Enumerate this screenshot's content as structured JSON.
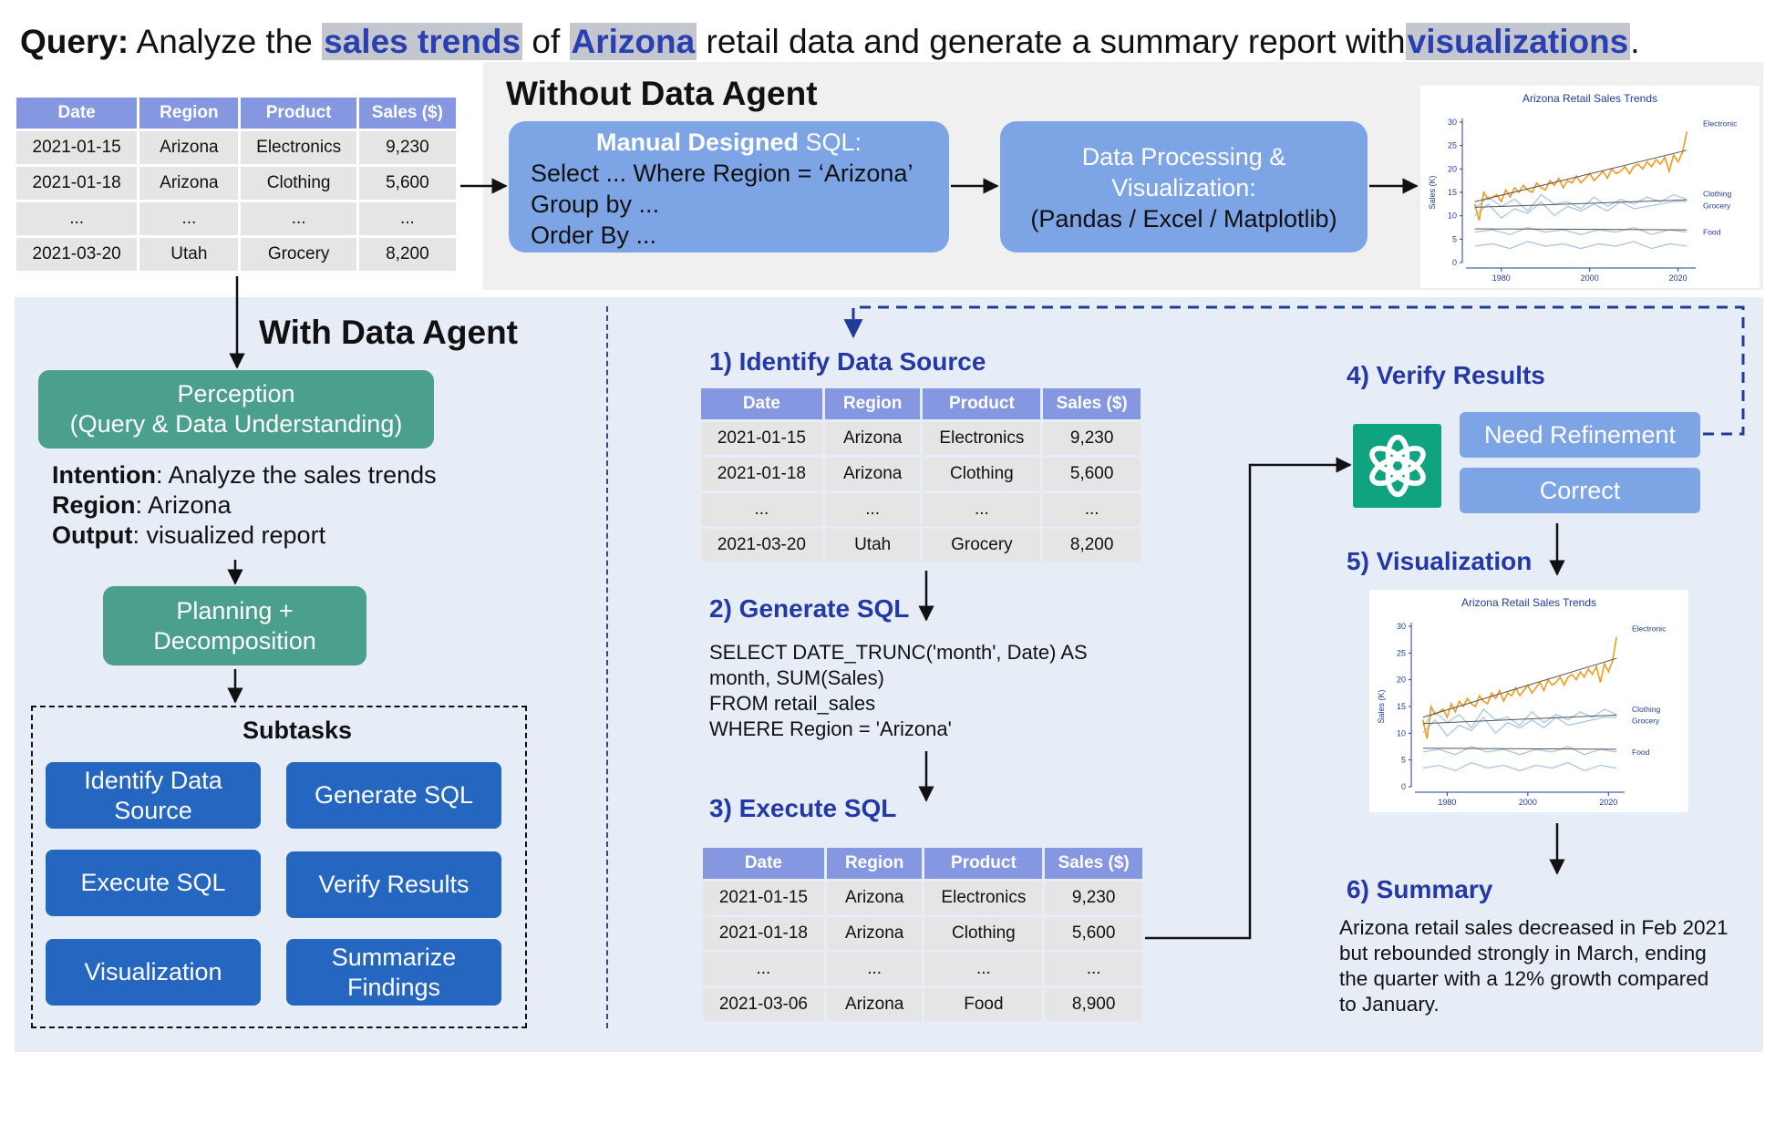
{
  "query": {
    "label": "Query:",
    "t1": "Analyze the",
    "h1": "sales trends",
    "t2": "of",
    "h2": "Arizona",
    "t3": "retail data and generate a summary report with",
    "h3": "visualizations",
    "t4": "."
  },
  "table_headers": [
    "Date",
    "Region",
    "Product",
    "Sales ($)"
  ],
  "input_rows": [
    [
      "2021-01-15",
      "Arizona",
      "Electronics",
      "9,230"
    ],
    [
      "2021-01-18",
      "Arizona",
      "Clothing",
      "5,600"
    ],
    [
      "...",
      "...",
      "...",
      "..."
    ],
    [
      "2021-03-20",
      "Utah",
      "Grocery",
      "8,200"
    ]
  ],
  "result_rows": [
    [
      "2021-01-15",
      "Arizona",
      "Electronics",
      "9,230"
    ],
    [
      "2021-01-18",
      "Arizona",
      "Clothing",
      "5,600"
    ],
    [
      "...",
      "...",
      "...",
      "..."
    ],
    [
      "2021-03-06",
      "Arizona",
      "Food",
      "8,900"
    ]
  ],
  "without": {
    "title": "Without Data Agent",
    "manual_bold": "Manual Designed",
    "manual_rest": " SQL:",
    "sql_lines": [
      "Select ... Where Region = ‘Arizona’",
      "Group by ...",
      "Order By ..."
    ],
    "processing": [
      "Data Processing &",
      "Visualization:",
      "(Pandas / Excel / Matplotlib)"
    ]
  },
  "with": {
    "title": "With Data Agent",
    "perception": [
      "Perception",
      "(Query & Data Understanding)"
    ],
    "intent_lines": [
      {
        "k": "Intention",
        "v": ": Analyze the sales trends"
      },
      {
        "k": "Region",
        "v": ": Arizona"
      },
      {
        "k": "Output",
        "v": ": visualized report"
      }
    ],
    "planning": [
      "Planning +",
      "Decomposition"
    ],
    "subtasks_title": "Subtasks",
    "subtasks": [
      [
        "Identify Data",
        "Source"
      ],
      [
        "Generate SQL"
      ],
      [
        "Execute SQL"
      ],
      [
        "Verify Results"
      ],
      [
        "Visualization"
      ],
      [
        "Summarize",
        "Findings"
      ]
    ]
  },
  "steps": {
    "s1": "1) Identify Data Source",
    "s2": "2) Generate SQL",
    "s3": "3) Execute SQL",
    "s4": "4) Verify Results",
    "s5": "5) Visualization",
    "s6": "6) Summary"
  },
  "sql_lines": [
    "SELECT DATE_TRUNC('month', Date) AS",
    "month, SUM(Sales)",
    "FROM retail_sales",
    "WHERE Region = 'Arizona'"
  ],
  "verify": {
    "refine": "Need Refinement",
    "correct": "Correct"
  },
  "summary": [
    "Arizona retail sales decreased in Feb 2021",
    "but rebounded strongly in March, ending",
    "the quarter with a 12% growth compared",
    "to January."
  ],
  "colors": {
    "accent_blue": "#7da5e6",
    "navy": "#2466c0",
    "teal": "#4aa08d",
    "step_text": "#2438a8",
    "electronic": "#f29a1c",
    "light_series": "#a9c6e4",
    "trend": "#555555"
  },
  "icons": {
    "llm": "openai-logo-icon"
  },
  "chart_data": {
    "type": "line",
    "title": "Arizona Retail Sales Trends",
    "ylabel": "Sales (K)",
    "xlabel": "",
    "xlim": [
      1972,
      2024
    ],
    "ylim": [
      0,
      30
    ],
    "x_ticks": [
      1980,
      2000,
      2020
    ],
    "y_ticks": [
      0,
      5,
      10,
      15,
      20,
      25,
      30
    ],
    "series": [
      {
        "name": "Electronic",
        "color": "#f29a1c",
        "x": [
          1974,
          1975,
          1976,
          1977,
          1978,
          1979,
          1980,
          1981,
          1982,
          1983,
          1984,
          1985,
          1986,
          1987,
          1988,
          1989,
          1990,
          1991,
          1992,
          1993,
          1994,
          1995,
          1996,
          1997,
          1998,
          1999,
          2000,
          2001,
          2002,
          2003,
          2004,
          2005,
          2006,
          2007,
          2008,
          2009,
          2010,
          2011,
          2012,
          2013,
          2014,
          2015,
          2016,
          2017,
          2018,
          2019,
          2020,
          2021,
          2022
        ],
        "values": [
          12.5,
          9.0,
          15.0,
          13.5,
          14.0,
          14.5,
          13.0,
          15.5,
          14.0,
          16.0,
          15.0,
          16.5,
          15.5,
          15.0,
          17.0,
          16.0,
          15.5,
          17.5,
          16.5,
          18.0,
          16.0,
          17.5,
          17.0,
          18.5,
          17.0,
          18.0,
          19.0,
          17.5,
          18.5,
          19.5,
          18.0,
          20.0,
          19.0,
          19.5,
          20.5,
          19.0,
          20.5,
          21.0,
          20.0,
          21.5,
          20.5,
          22.0,
          21.0,
          22.5,
          19.5,
          23.0,
          21.5,
          23.5,
          28.0
        ]
      },
      {
        "name": "Clothing",
        "color": "#a9c6e4",
        "x": [
          1974,
          1977,
          1980,
          1983,
          1986,
          1989,
          1992,
          1995,
          1998,
          2001,
          2004,
          2007,
          2010,
          2013,
          2016,
          2019,
          2022
        ],
        "values": [
          11.5,
          14.0,
          12.0,
          13.5,
          11.0,
          14.5,
          12.5,
          13.0,
          11.5,
          14.0,
          12.0,
          13.5,
          12.5,
          14.0,
          13.0,
          14.5,
          13.5
        ]
      },
      {
        "name": "Grocery",
        "color": "#a9c6e4",
        "x": [
          1974,
          1977,
          1980,
          1983,
          1986,
          1989,
          1992,
          1995,
          1998,
          2001,
          2004,
          2007,
          2010,
          2013,
          2016,
          2019,
          2022
        ],
        "values": [
          10.0,
          12.5,
          9.5,
          11.5,
          10.5,
          13.0,
          10.0,
          12.0,
          11.0,
          12.5,
          11.0,
          13.0,
          11.5,
          12.0,
          12.5,
          13.0,
          13.0
        ]
      },
      {
        "name": "Food",
        "color": "#a9c6e4",
        "x": [
          1974,
          1978,
          1982,
          1986,
          1990,
          1994,
          1998,
          2002,
          2006,
          2010,
          2014,
          2018,
          2022
        ],
        "values": [
          6.5,
          7.0,
          6.0,
          7.5,
          6.5,
          7.0,
          6.0,
          7.0,
          6.5,
          7.5,
          6.0,
          7.0,
          6.5
        ]
      },
      {
        "name": "",
        "color": "#a9c6e4",
        "x": [
          1974,
          1978,
          1982,
          1986,
          1990,
          1994,
          1998,
          2002,
          2006,
          2010,
          2014,
          2018,
          2022
        ],
        "values": [
          3.5,
          4.0,
          3.0,
          4.5,
          3.5,
          4.0,
          3.0,
          4.0,
          3.5,
          4.5,
          3.0,
          4.0,
          3.5
        ]
      }
    ],
    "trendlines": [
      {
        "color": "#555555",
        "x": [
          1974,
          2022
        ],
        "values": [
          13.0,
          24.0
        ]
      },
      {
        "color": "#555555",
        "x": [
          1974,
          2022
        ],
        "values": [
          11.8,
          13.4
        ]
      },
      {
        "color": "#555555",
        "x": [
          1974,
          2022
        ],
        "values": [
          7.2,
          7.0
        ]
      }
    ],
    "grid": false
  }
}
